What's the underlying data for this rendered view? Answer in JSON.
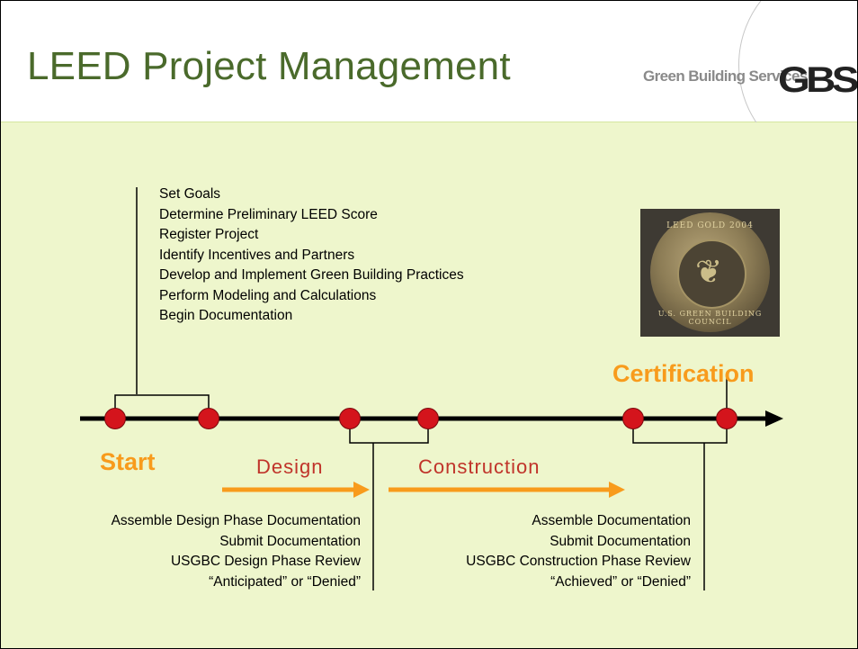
{
  "title": "LEED Project Management",
  "logo": {
    "text": "Green Building Services",
    "mark": "GBS"
  },
  "badge": {
    "top_text": "LEED GOLD 2004",
    "bottom_text": "U.S. GREEN BUILDING COUNCIL"
  },
  "goals": [
    "Set Goals",
    "Determine Preliminary LEED Score",
    "Register Project",
    "Identify Incentives and Partners",
    "Develop and Implement Green Building Practices",
    "Perform Modeling and Calculations",
    "Begin Documentation"
  ],
  "milestones": {
    "start": "Start",
    "certification": "Certification"
  },
  "phases": {
    "design": "Design",
    "construction": "Construction"
  },
  "design_steps": [
    "Assemble Design Phase Documentation",
    "Submit Documentation",
    "USGBC Design Phase Review",
    "“Anticipated” or “Denied”"
  ],
  "construction_steps": [
    "Assemble Documentation",
    "Submit Documentation",
    "USGBC Construction Phase Review",
    "“Achieved” or “Denied”"
  ],
  "colors": {
    "title": "#4a6a2b",
    "accent_orange": "#f89b1c",
    "milestone_red": "#d4141c",
    "phase_red": "#c0342a",
    "background": "#eef6cc"
  }
}
